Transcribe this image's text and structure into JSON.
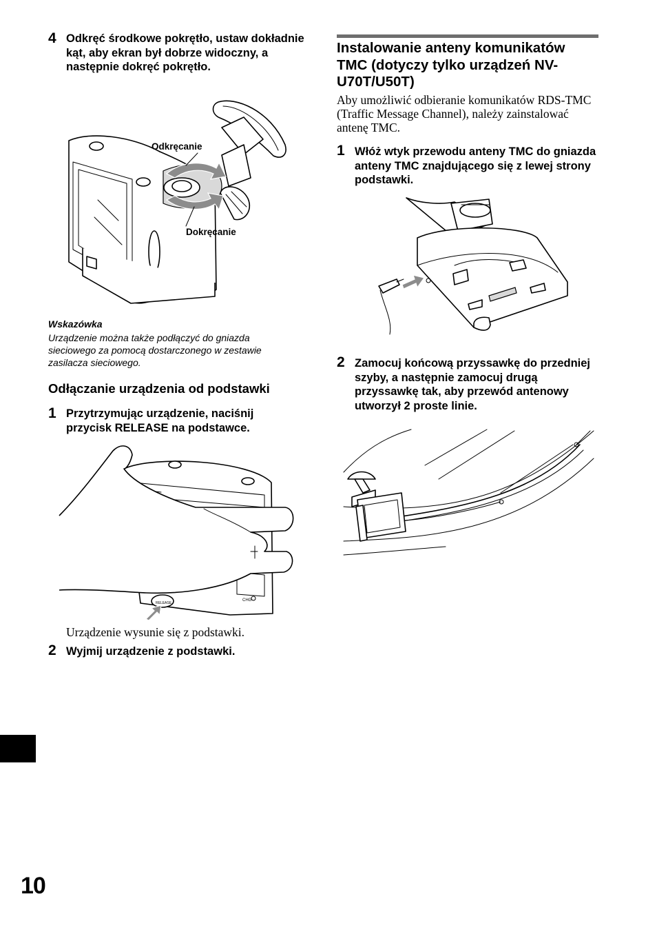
{
  "left": {
    "step4": {
      "num": "4",
      "text": "Odkręć środkowe pokrętło, ustaw dokładnie kąt, aby ekran był dobrze widoczny, a następnie dokręć pokrętło."
    },
    "figure1": {
      "label_loosen": "Odkręcanie",
      "label_tighten": "Dokręcanie"
    },
    "tip": {
      "title": "Wskazówka",
      "body": "Urządzenie można także podłączyć do gniazda sieciowego za pomocą dostarczonego w zestawie zasilacza sieciowego."
    },
    "section": {
      "title": "Odłączanie urządzenia od podstawki",
      "step1_num": "1",
      "step1_text": "Przytrzymując urządzenie, naciśnij przycisk RELEASE na podstawce.",
      "figure_release_label": "RELEASE",
      "figure_chg_label": "CHG",
      "result_text": "Urządzenie wysunie się z podstawki.",
      "step2_num": "2",
      "step2_text": "Wyjmij urządzenie z podstawki."
    }
  },
  "right": {
    "section": {
      "title": "Instalowanie anteny komunikatów TMC (dotyczy tylko urządzeń NV-U70T/U50T)",
      "intro": "Aby umożliwić odbieranie komunikatów RDS-TMC (Traffic Message Channel), należy zainstalować antenę TMC.",
      "step1_num": "1",
      "step1_text": "Włóż wtyk przewodu anteny TMC do gniazda anteny TMC znajdującego się z lewej strony podstawki.",
      "step2_num": "2",
      "step2_text": "Zamocuj końcową przyssawkę do przedniej szyby, a następnie zamocuj drugą przyssawkę tak, aby przewód antenowy utworzył 2 proste linie."
    }
  },
  "page_number": "10",
  "colors": {
    "text": "#000000",
    "rule": "#6e6e6e",
    "tab": "#000000"
  }
}
